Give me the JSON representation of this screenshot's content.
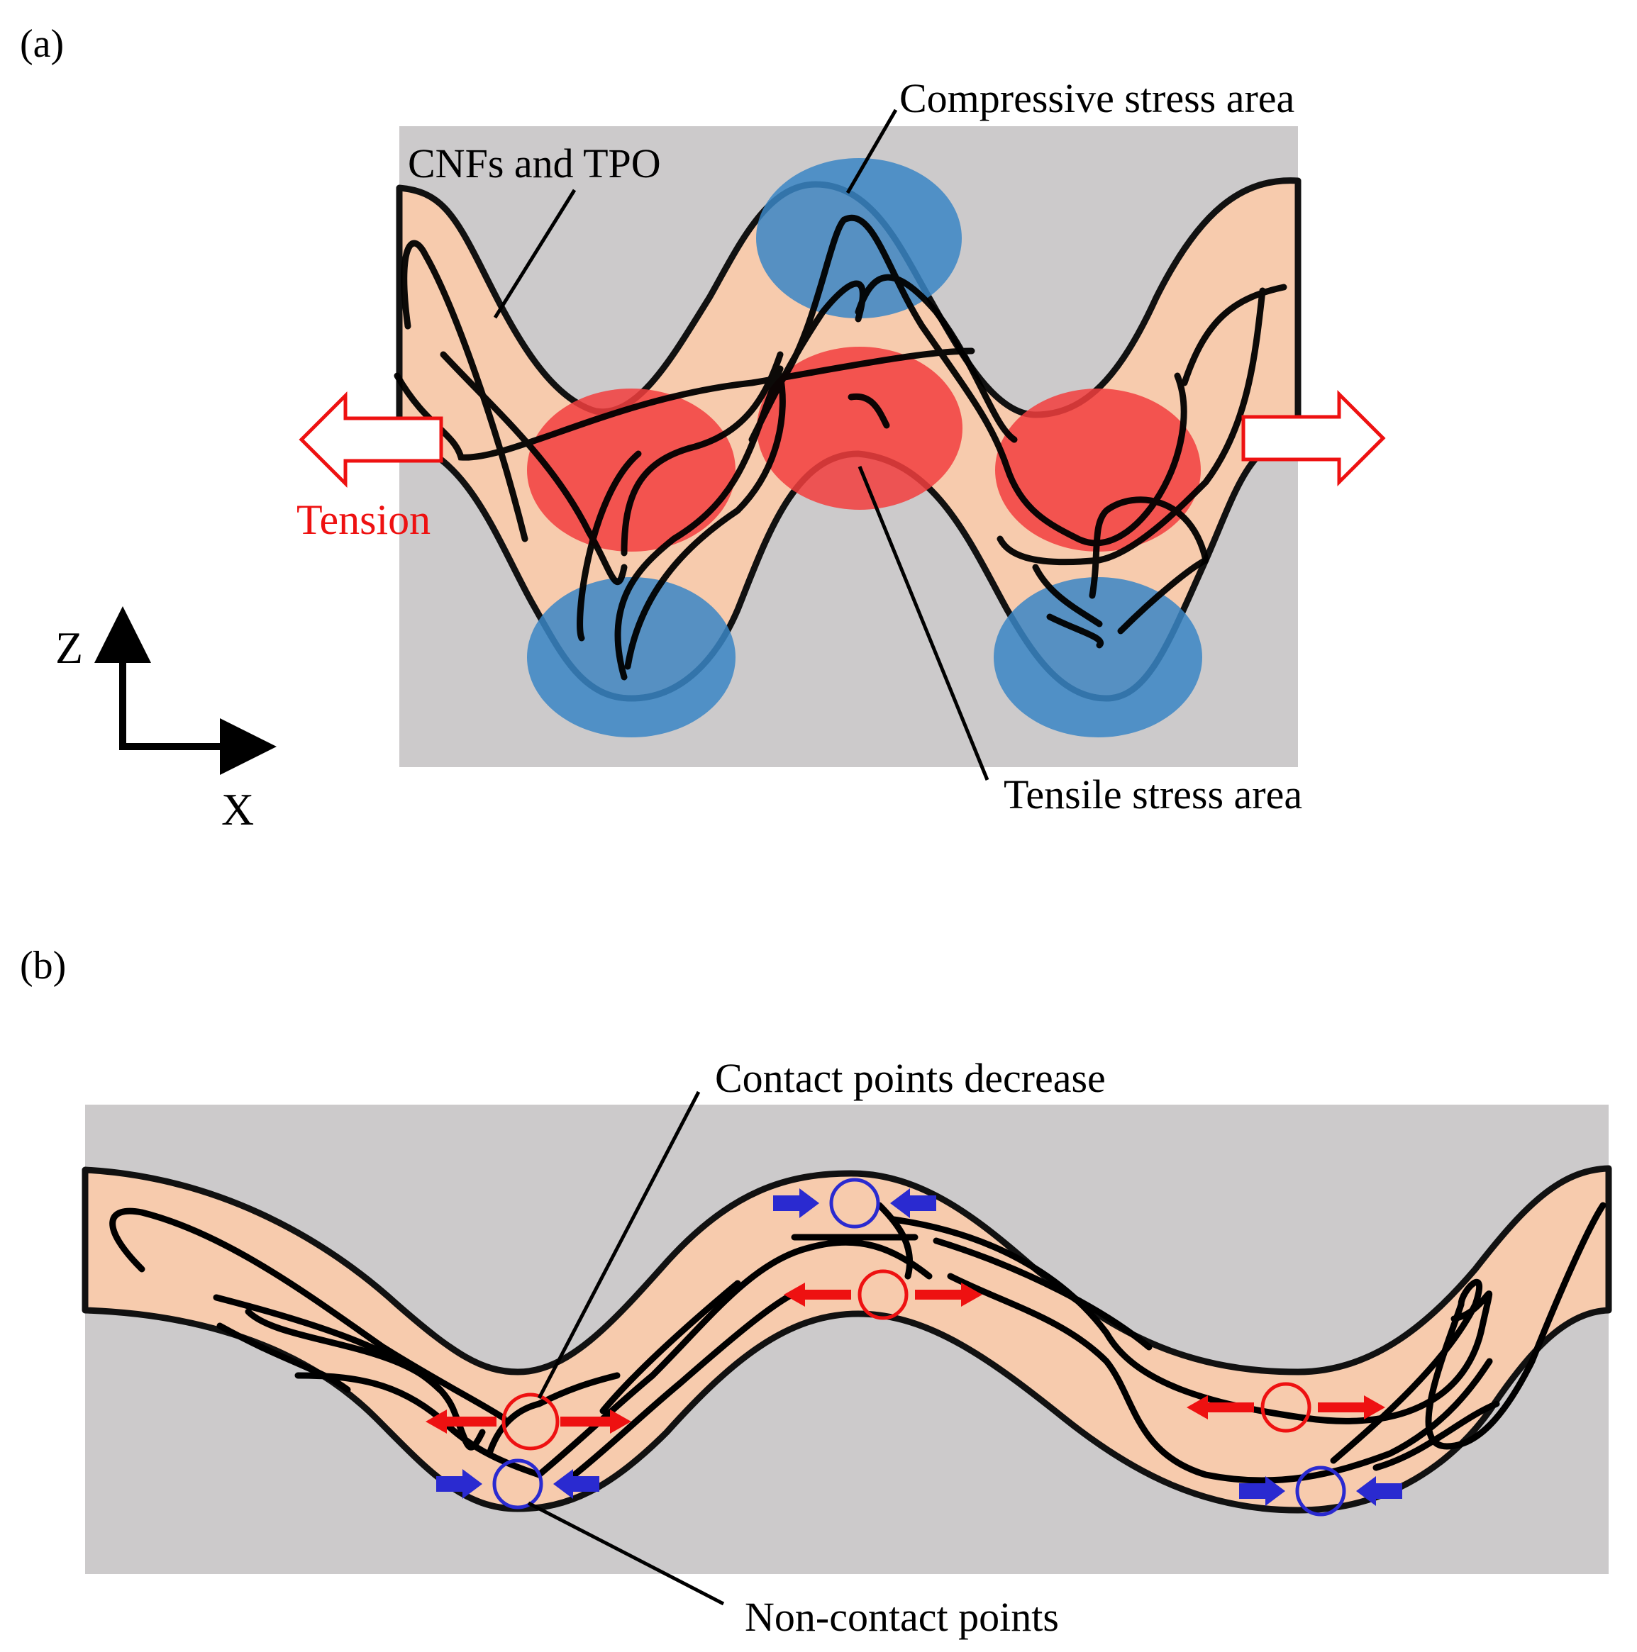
{
  "panel_a": {
    "label": "(a)",
    "labels": {
      "cnfs_tpo": "CNFs and TPO",
      "compressive": "Compressive stress area",
      "tensile": "Tensile stress area",
      "tension": "Tension"
    },
    "axes": {
      "z": "Z",
      "x": "X"
    }
  },
  "panel_b": {
    "label": "(b)",
    "labels": {
      "contact_decrease": "Contact points decrease",
      "non_contact": "Non-contact points"
    }
  },
  "colors": {
    "background": "#cccacb",
    "composite": "#f7cbad",
    "compressive_zone": "#3a86c6",
    "tensile_zone": "#f23e3e",
    "tension_arrow": "#ee1111",
    "contact_arrow_red": "#ee1111",
    "contact_arrow_blue": "#2a2ad0"
  }
}
